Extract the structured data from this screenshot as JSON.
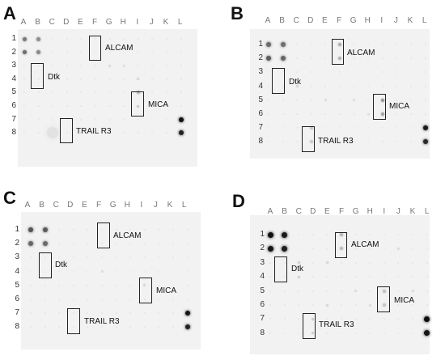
{
  "columns": [
    "A",
    "B",
    "C",
    "D",
    "E",
    "F",
    "G",
    "H",
    "I",
    "J",
    "K",
    "L"
  ],
  "rows": [
    "1",
    "2",
    "3",
    "4",
    "5",
    "6",
    "7",
    "8"
  ],
  "panels": [
    {
      "letter": "A",
      "boxes": [
        {
          "label": "ALCAM"
        },
        {
          "label": "Dtk"
        },
        {
          "label": "MICA"
        },
        {
          "label": "TRAIL R3"
        }
      ]
    },
    {
      "letter": "B",
      "boxes": [
        {
          "label": "ALCAM"
        },
        {
          "label": "Dtk"
        },
        {
          "label": "MICA"
        },
        {
          "label": "TRAIL R3"
        }
      ]
    },
    {
      "letter": "C",
      "boxes": [
        {
          "label": "ALCAM"
        },
        {
          "label": "Dtk"
        },
        {
          "label": "MICA"
        },
        {
          "label": "TRAIL R3"
        }
      ]
    },
    {
      "letter": "D",
      "boxes": [
        {
          "label": "ALCAM"
        },
        {
          "label": "Dtk"
        },
        {
          "label": "MICA"
        },
        {
          "label": "TRAIL R3"
        }
      ]
    }
  ]
}
